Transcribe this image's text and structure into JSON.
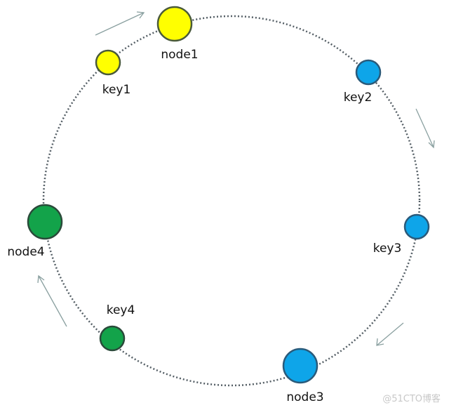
{
  "nodes": [
    {
      "label": "node1",
      "color": "#ffff00"
    },
    {
      "label": "key1",
      "color": "#ffff00"
    },
    {
      "label": "key2",
      "color": "#0ea5e9"
    },
    {
      "label": "key3",
      "color": "#0ea5e9"
    },
    {
      "label": "node3",
      "color": "#0ea5e9"
    },
    {
      "label": "key4",
      "color": "#13a34a"
    },
    {
      "label": "node4",
      "color": "#13a34a"
    }
  ],
  "ring_color": "#555f66",
  "arrow_color": "#8aa0a0",
  "watermark": "@51CTO博客"
}
